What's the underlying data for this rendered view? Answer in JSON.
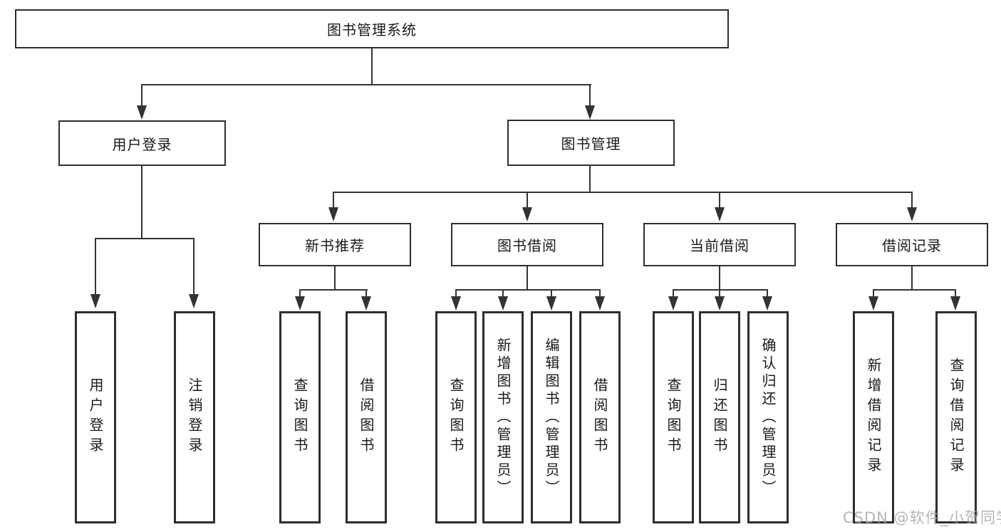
{
  "diagram": {
    "root": {
      "label": "图书管理系统"
    },
    "level2": [
      {
        "label": "用户登录"
      },
      {
        "label": "图书管理"
      }
    ],
    "level3": [
      {
        "label": "新书推荐"
      },
      {
        "label": "图书借阅"
      },
      {
        "label": "当前借阅"
      },
      {
        "label": "借阅记录"
      }
    ],
    "leaf_groups": [
      {
        "parent": "用户登录",
        "items": [
          "用户登录",
          "注销登录"
        ]
      },
      {
        "parent": "新书推荐",
        "items": [
          "查询图书",
          "借阅图书"
        ]
      },
      {
        "parent": "图书借阅",
        "items": [
          "查询图书",
          "新增图书（管理员）",
          "编辑图书（管理员）",
          "借阅图书"
        ]
      },
      {
        "parent": "当前借阅",
        "items": [
          "查询图书",
          "归还图书",
          "确认归还（管理员）"
        ]
      },
      {
        "parent": "借阅记录",
        "items": [
          "新增借阅记录",
          "查询借阅记录"
        ]
      }
    ]
  },
  "watermark": {
    "text": "CSDN @软件_小贺同学"
  },
  "colors": {
    "line": "#333333",
    "box_border": "#2e2e2e",
    "text": "#1a1a1a",
    "watermark": "#a8a8a8",
    "background": "#ffffff"
  }
}
